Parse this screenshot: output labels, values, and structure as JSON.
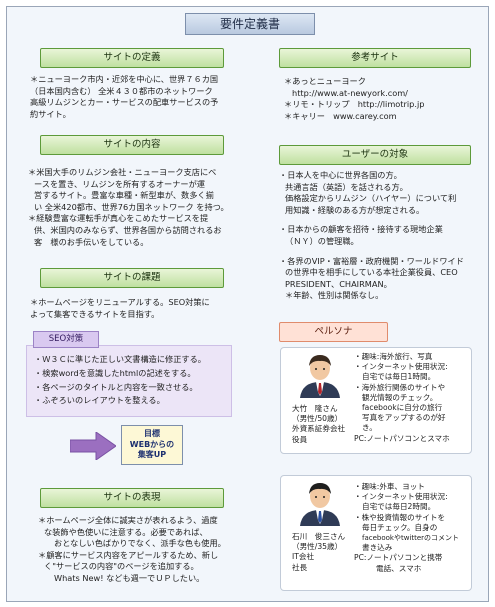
{
  "title": "要件定義書",
  "left": {
    "def": {
      "header": "サイトの定義",
      "lines": [
        "＊ニューヨーク市内・近郊を中心に、世界７６カ国",
        "（日本国内含む） 全米４３０都市のネットワーク",
        "高級リムジンとカー・サービスの配車サービスの予",
        "約サイト。"
      ]
    },
    "content": {
      "header": "サイトの内容",
      "lines": [
        "＊米国大手のリムジン会社・ニューヨーク支店にベ",
        "ースを置き、リムジンを所有するオーナーが運",
        "営するサイト。豊富な車種・新型車が、数多く揃",
        "い 全米420都市、世界76カ国ネットワーク を持つ。",
        "＊経験豊富な運転手が真心をこめたサービスを提",
        "供、米国内のみならず、世界各国から訪問されるお",
        "客　様のお手伝いをしている。"
      ]
    },
    "issue": {
      "header": "サイトの課題",
      "lines": [
        "＊ホームページをリニューアルする。SEO対策に",
        "よって集客できるサイトを目指す。"
      ]
    },
    "seo": {
      "label": "SEO対策",
      "lines": [
        "・Ｗ３Ｃに準じた正しい文書構造に修正する。",
        "・検索wordを意識したhtmlの記述をする。",
        "・各ページのタイトルと内容を一致させる。",
        "・ふぞろいのレイアウトを整える。"
      ]
    },
    "goal": [
      "目標",
      "WEBからの",
      "集客UP"
    ],
    "expr": {
      "header": "サイトの表現",
      "lines": [
        "＊ホームページ全体に誠実さが表れるよう、過度",
        "な装飾や色使いに注意する。必要であれば、",
        "おとなしい色ばかりでなく、派手な色も使用。",
        "＊顧客にサービス内容をアピールするため、新し",
        "く\"サービスの内容\"のページを追加する。",
        "Whats New! なども週一でＵＰしたい。"
      ]
    }
  },
  "right": {
    "ref": {
      "header": "参考サイト",
      "lines": [
        "＊あっとニューヨーク",
        "http://www.at-newyork.com/",
        "＊リモ・トリップ　http://limotrip.jp",
        "＊キャリー　www.carey.com"
      ]
    },
    "target": {
      "header": "ユーザーの対象",
      "lines": [
        "・日本人を中心に世界各国の方。",
        "共通言語（英語）を話される方。",
        "価格設定からリムジン（ハイヤー）について利",
        "用知識・経験のある方が想定される。",
        "",
        "・日本からの顧客を招待・接待する現地企業",
        "（ＮＹ）の管理職。",
        "",
        "・各界のVIP・富裕層・政府機関・ワールドワイド",
        "の世界中を相手にしている本社企業役員、CEO",
        "PRESIDENT、CHAIRMAN。",
        "＊年齢、性別は関係なし。"
      ]
    },
    "persona": {
      "header": "ペルソナ",
      "p1": {
        "name": [
          "大竹　隆さん",
          "（男性/50歳）",
          "外資系証券会社",
          "役員"
        ],
        "details": [
          "・趣味:海外旅行、写真",
          "・インターネット使用状況:",
          "自宅では毎日1時間。",
          "・海外旅行関係のサイトや",
          "観光情報のチェック。",
          "facebookに自分の旅行",
          "写真をアップするのが好",
          "き。",
          "PC:ノートパソコンとスマホ"
        ]
      },
      "p2": {
        "name": [
          "石川　俊三さん",
          "（男性/35歳）",
          "IT会社",
          "社長"
        ],
        "details": [
          "・趣味:外車、ヨット",
          "・インターネット使用状況:",
          "自宅では毎日2時間。",
          "・株や投資情報のサイトを",
          "毎日チェック。自身の",
          "facebookやtwitterのコメント",
          "書き込み",
          "PC:ノートパソコンと携帯",
          "電話、スマホ"
        ]
      }
    }
  }
}
